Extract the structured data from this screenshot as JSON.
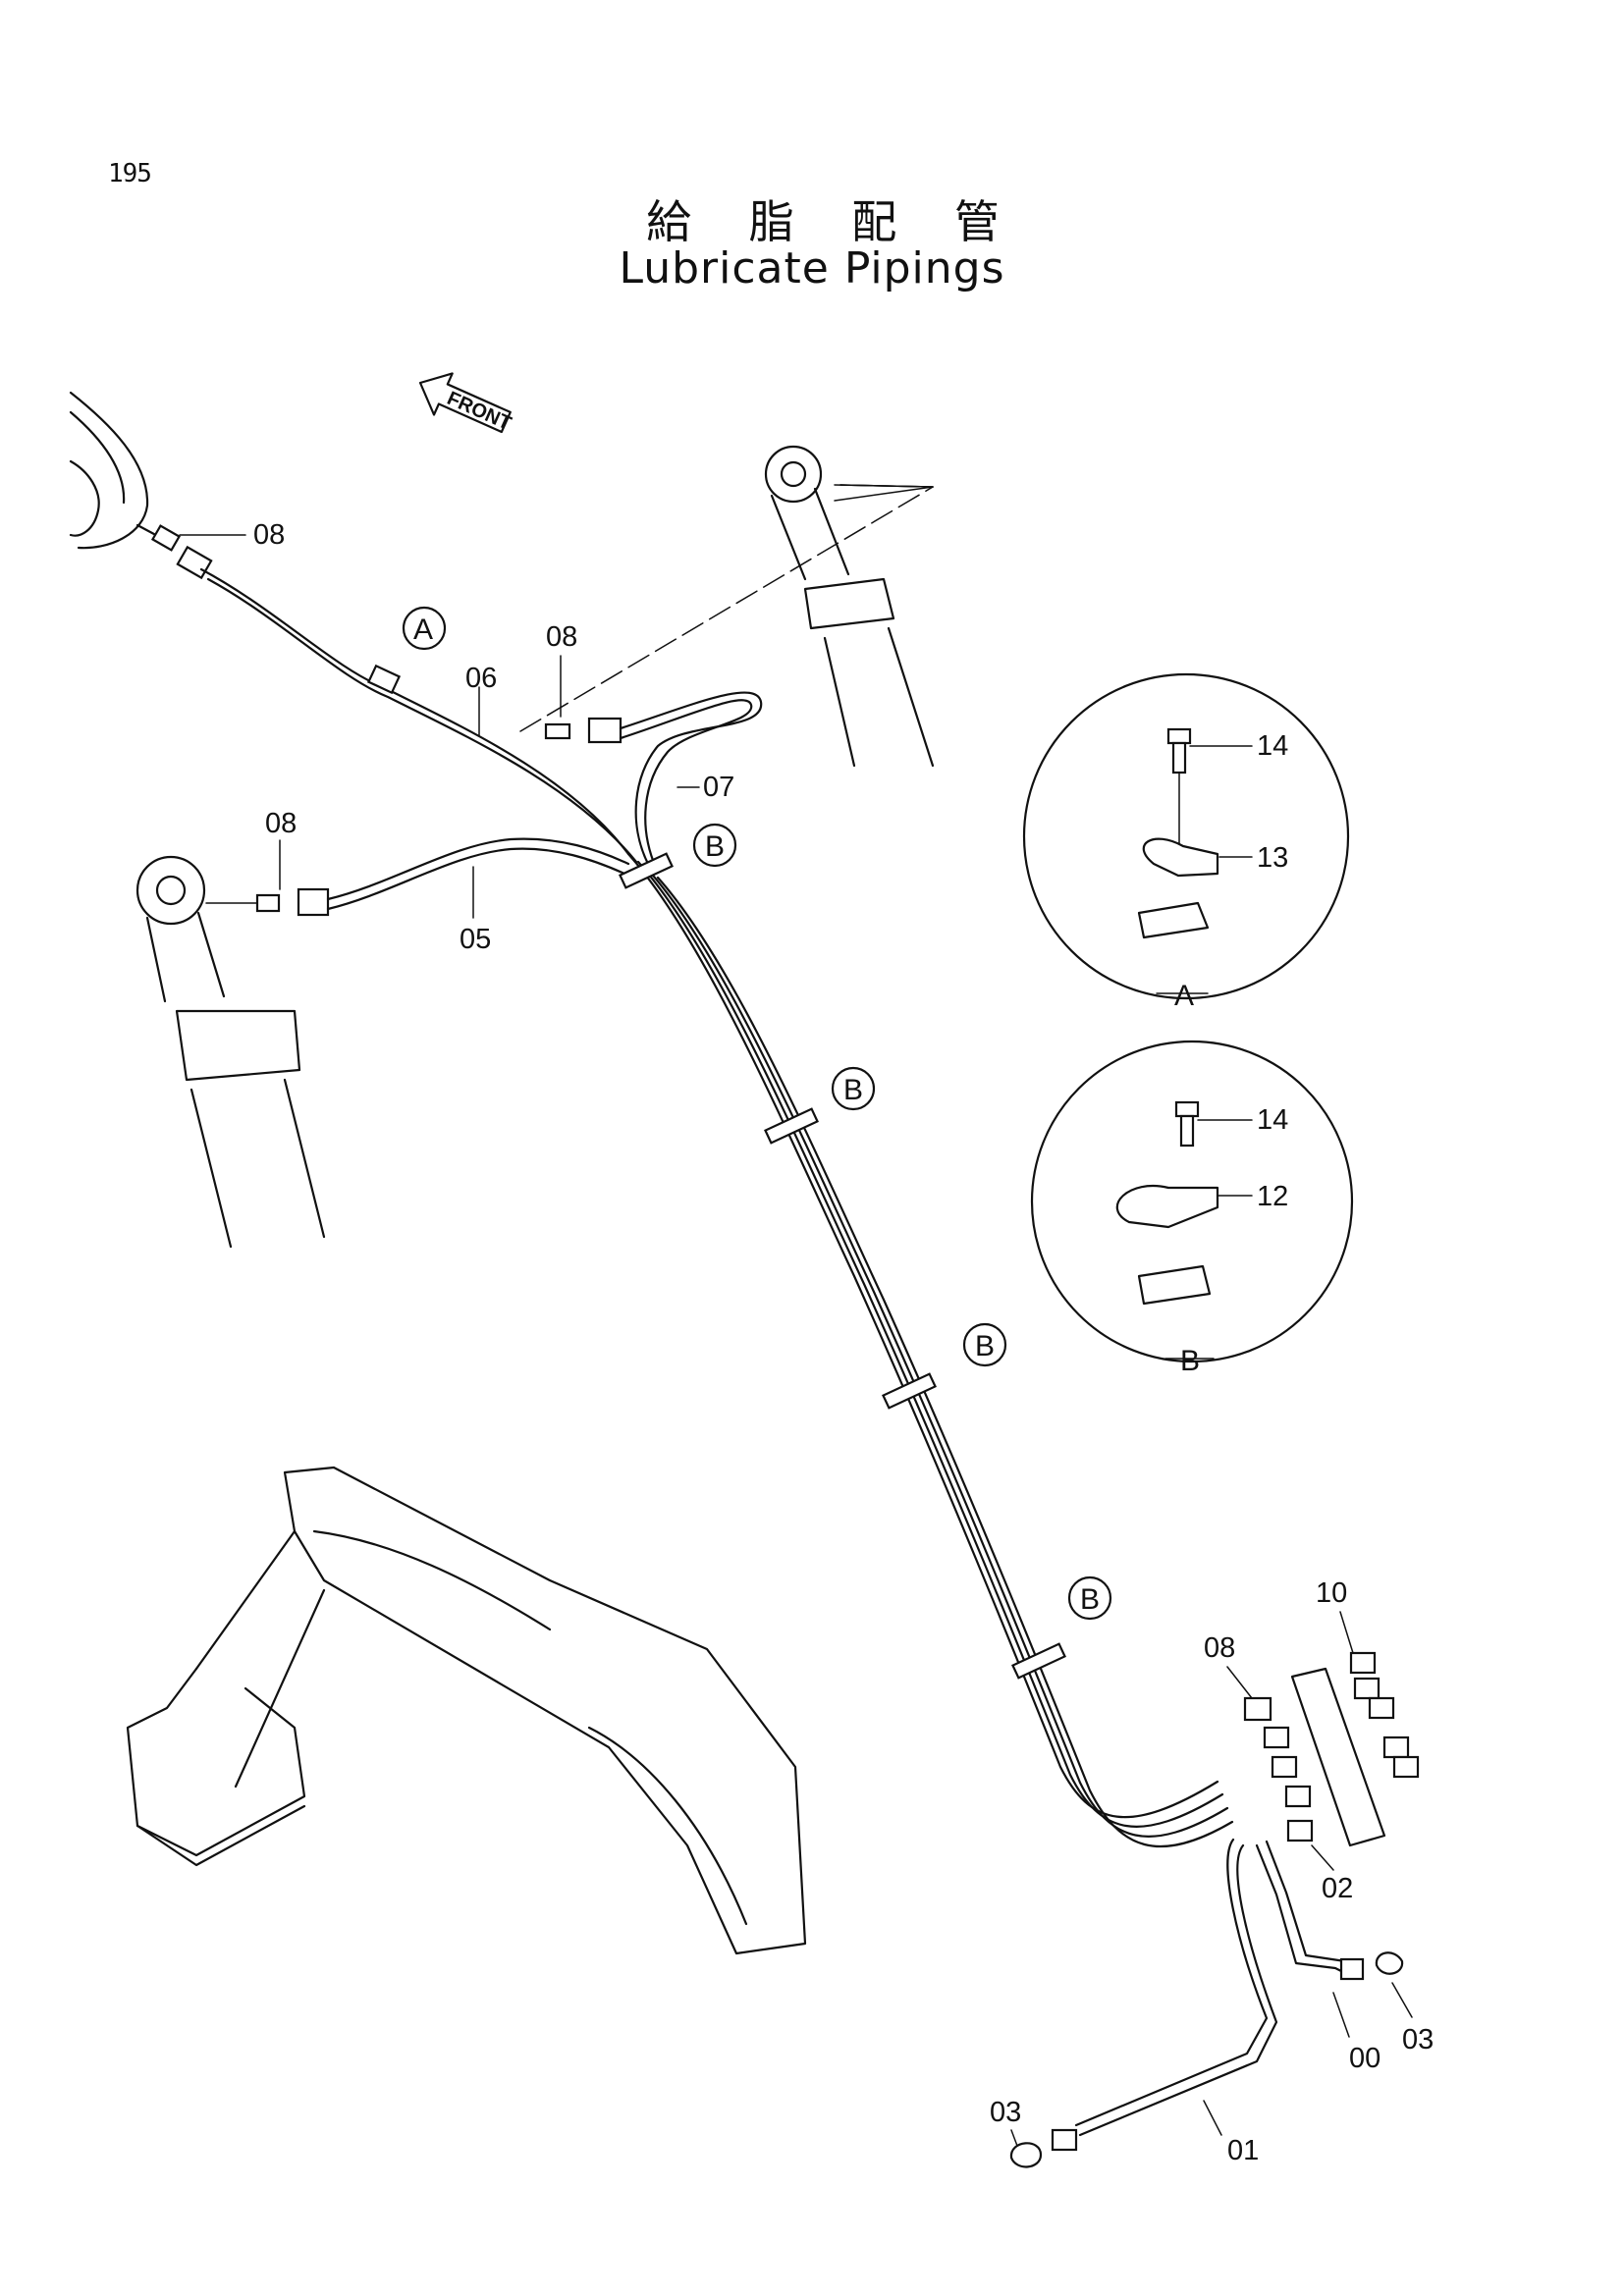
{
  "page": {
    "number": "195"
  },
  "title": {
    "japanese": "給 脂 配 管",
    "english": "Lubricate Pipings"
  },
  "direction_label": "FRONT",
  "detail_views": [
    {
      "id": "A",
      "label": "A",
      "parts": [
        "14",
        "13"
      ]
    },
    {
      "id": "B",
      "label": "B",
      "parts": [
        "14",
        "12"
      ]
    }
  ],
  "clamp_markers": [
    "A",
    "B",
    "B",
    "B",
    "B"
  ],
  "part_callouts": [
    "08",
    "08",
    "08",
    "08",
    "06",
    "07",
    "05",
    "10",
    "02",
    "03",
    "00",
    "03",
    "01",
    "14",
    "13",
    "14",
    "12"
  ]
}
